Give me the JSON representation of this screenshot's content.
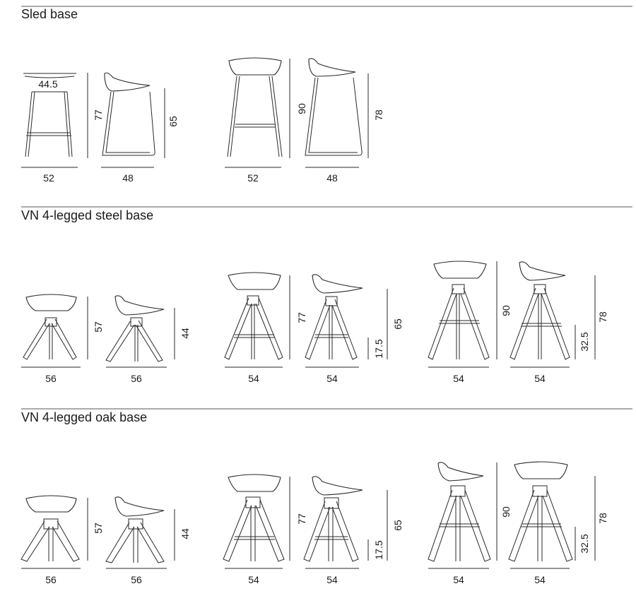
{
  "sections": [
    {
      "title": "Sled base",
      "stools": [
        {
          "width_top": "44.5",
          "width": "52",
          "height": "77"
        },
        {
          "width": "48",
          "height": "65"
        },
        {
          "width": "52",
          "height": "90"
        },
        {
          "width": "48",
          "height": "78"
        }
      ]
    },
    {
      "title": "VN 4-legged steel base",
      "stools": [
        {
          "width": "56",
          "height": "57"
        },
        {
          "width": "56",
          "height": "44"
        },
        {
          "width": "54",
          "height": "77"
        },
        {
          "width": "54",
          "height": "65",
          "footrest": "17.5"
        },
        {
          "width": "54",
          "height": "90"
        },
        {
          "width": "54",
          "height": "78",
          "footrest": "32.5"
        }
      ]
    },
    {
      "title": "VN 4-legged oak base",
      "stools": [
        {
          "width": "56",
          "height": "57"
        },
        {
          "width": "56",
          "height": "44"
        },
        {
          "width": "54",
          "height": "77"
        },
        {
          "width": "54",
          "height": "65",
          "footrest": "17.5"
        },
        {
          "width": "54",
          "height": "90"
        },
        {
          "width": "54",
          "height": "78",
          "footrest": "32.5"
        }
      ]
    }
  ]
}
